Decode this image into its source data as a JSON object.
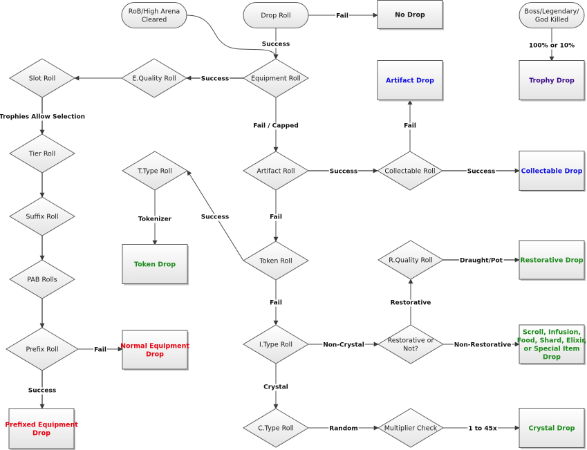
{
  "diagram": {
    "colors": {
      "red": "#e8000e",
      "blue": "#1010e0",
      "purple": "#3a0a8a",
      "green": "#1a8a1a",
      "default": "#1a1a1a"
    },
    "nodes": {
      "rob_high_arena": {
        "lines": [
          "RoB/High Arena",
          "Cleared"
        ],
        "shape": "terminator"
      },
      "drop_roll": {
        "lines": [
          "Drop Roll"
        ],
        "shape": "terminator"
      },
      "no_drop": {
        "lines": [
          "No Drop"
        ],
        "shape": "box",
        "color": "default",
        "bold": true
      },
      "boss_killed": {
        "lines": [
          "Boss/Legendary/",
          "God Killed"
        ],
        "shape": "terminator"
      },
      "trophy_drop": {
        "lines": [
          "Trophy Drop"
        ],
        "shape": "box",
        "color": "purple",
        "bold": true
      },
      "equipment_roll": {
        "lines": [
          "Equipment Roll"
        ],
        "shape": "decision"
      },
      "e_quality_roll": {
        "lines": [
          "E.Quality Roll"
        ],
        "shape": "decision"
      },
      "slot_roll": {
        "lines": [
          "Slot Roll"
        ],
        "shape": "decision"
      },
      "artifact_drop": {
        "lines": [
          "Artifact Drop"
        ],
        "shape": "box",
        "color": "blue",
        "bold": true
      },
      "tier_roll": {
        "lines": [
          "Tier Roll"
        ],
        "shape": "decision"
      },
      "t_type_roll": {
        "lines": [
          "T.Type Roll"
        ],
        "shape": "decision"
      },
      "artifact_roll": {
        "lines": [
          "Artifact Roll"
        ],
        "shape": "decision"
      },
      "collectable_roll": {
        "lines": [
          "Collectable Roll"
        ],
        "shape": "decision"
      },
      "collectable_drop": {
        "lines": [
          "Collectable Drop"
        ],
        "shape": "box",
        "color": "blue",
        "bold": true
      },
      "suffix_roll": {
        "lines": [
          "Suffix Roll"
        ],
        "shape": "decision"
      },
      "token_drop": {
        "lines": [
          "Token Drop"
        ],
        "shape": "box",
        "color": "green",
        "bold": true
      },
      "token_roll": {
        "lines": [
          "Token Roll"
        ],
        "shape": "decision"
      },
      "r_quality_roll": {
        "lines": [
          "R.Quality Roll"
        ],
        "shape": "decision"
      },
      "restorative_drop": {
        "lines": [
          "Restorative Drop"
        ],
        "shape": "box",
        "color": "green",
        "bold": true
      },
      "pab_rolls": {
        "lines": [
          "PAB Rolls"
        ],
        "shape": "decision"
      },
      "prefix_roll": {
        "lines": [
          "Prefix Roll"
        ],
        "shape": "decision"
      },
      "normal_equipment_drop": {
        "lines": [
          "Normal Equipment",
          "Drop"
        ],
        "shape": "box",
        "color": "red",
        "bold": true
      },
      "i_type_roll": {
        "lines": [
          "I.Type Roll"
        ],
        "shape": "decision"
      },
      "restorative_or_not": {
        "lines": [
          "Restorative or",
          "Not?"
        ],
        "shape": "decision"
      },
      "misc_item_drop": {
        "lines": [
          "Scroll, Infusion,",
          "Food, Shard, Elixir,",
          "or Special Item",
          "Drop"
        ],
        "shape": "box",
        "color": "green",
        "bold": true
      },
      "prefixed_equipment_drop": {
        "lines": [
          "Prefixed Equipment",
          "Drop"
        ],
        "shape": "box",
        "color": "red",
        "bold": true
      },
      "c_type_roll": {
        "lines": [
          "C.Type Roll"
        ],
        "shape": "decision"
      },
      "multiplier_check": {
        "lines": [
          "Multiplier Check"
        ],
        "shape": "decision"
      },
      "crystal_drop": {
        "lines": [
          "Crystal Drop"
        ],
        "shape": "box",
        "color": "green",
        "bold": true
      }
    },
    "edges": [
      {
        "from": "drop_roll",
        "to": "no_drop",
        "label": "Fail"
      },
      {
        "from": "drop_roll",
        "to": "equipment_roll",
        "label": "Success"
      },
      {
        "from": "rob_high_arena",
        "to": "equipment_roll",
        "label": ""
      },
      {
        "from": "boss_killed",
        "to": "trophy_drop",
        "label": "100% or 10%"
      },
      {
        "from": "equipment_roll",
        "to": "e_quality_roll",
        "label": "Success"
      },
      {
        "from": "e_quality_roll",
        "to": "slot_roll",
        "label": ""
      },
      {
        "from": "slot_roll",
        "to": "tier_roll",
        "label": "Trophies Allow Selection"
      },
      {
        "from": "tier_roll",
        "to": "suffix_roll",
        "label": ""
      },
      {
        "from": "suffix_roll",
        "to": "pab_rolls",
        "label": ""
      },
      {
        "from": "pab_rolls",
        "to": "prefix_roll",
        "label": ""
      },
      {
        "from": "prefix_roll",
        "to": "normal_equipment_drop",
        "label": "Fail"
      },
      {
        "from": "prefix_roll",
        "to": "prefixed_equipment_drop",
        "label": "Success"
      },
      {
        "from": "equipment_roll",
        "to": "artifact_roll",
        "label": "Fail / Capped"
      },
      {
        "from": "artifact_roll",
        "to": "collectable_roll",
        "label": "Success"
      },
      {
        "from": "collectable_roll",
        "to": "artifact_drop",
        "label": "Fail"
      },
      {
        "from": "collectable_roll",
        "to": "collectable_drop",
        "label": "Success"
      },
      {
        "from": "artifact_roll",
        "to": "token_roll",
        "label": "Fail"
      },
      {
        "from": "token_roll",
        "to": "t_type_roll",
        "label": "Success"
      },
      {
        "from": "t_type_roll",
        "to": "token_drop",
        "label": "Tokenizer"
      },
      {
        "from": "token_roll",
        "to": "i_type_roll",
        "label": "Fail"
      },
      {
        "from": "i_type_roll",
        "to": "restorative_or_not",
        "label": "Non-Crystal"
      },
      {
        "from": "restorative_or_not",
        "to": "r_quality_roll",
        "label": "Restorative"
      },
      {
        "from": "r_quality_roll",
        "to": "restorative_drop",
        "label": "Draught/Pot"
      },
      {
        "from": "restorative_or_not",
        "to": "misc_item_drop",
        "label": "Non-Restorative"
      },
      {
        "from": "i_type_roll",
        "to": "c_type_roll",
        "label": "Crystal"
      },
      {
        "from": "c_type_roll",
        "to": "multiplier_check",
        "label": "Random"
      },
      {
        "from": "multiplier_check",
        "to": "crystal_drop",
        "label": "1 to 45x"
      }
    ]
  }
}
